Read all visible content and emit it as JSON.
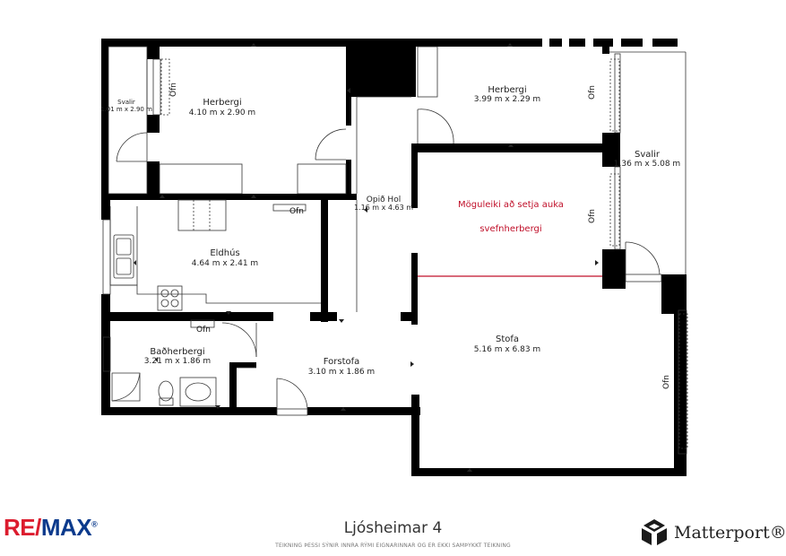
{
  "rooms": [
    {
      "name": "Herbergi",
      "dims": "4.10 m x 2.90 m"
    },
    {
      "name": "Herbergi",
      "dims": "3.99 m x 2.29 m"
    },
    {
      "name": "Svalir",
      "dims": "1.01 m x 2.90 m"
    },
    {
      "name": "Svalir",
      "dims": "1.36 m x 5.08 m"
    },
    {
      "name": "Opið Hol",
      "dims": "1.16 m x 4.63 m"
    },
    {
      "name": "Eldhús",
      "dims": "4.64 m x 2.41 m"
    },
    {
      "name": "Baðherbergi",
      "dims": "3.21 m x 1.86 m"
    },
    {
      "name": "Forstofa",
      "dims": "3.10 m x 1.86 m"
    },
    {
      "name": "Stofa",
      "dims": "5.16 m x 6.83 m"
    }
  ],
  "ofn_label": "Ofn",
  "note": {
    "line1": "Möguleiki að setja auka",
    "line2": "svefnherbergi"
  },
  "footer": {
    "title": "Ljósheimar 4",
    "disclaimer": "TEIKNING ÞESSI SÝNIR INNRA RÝMI EIGNARINNAR OG ER EKKI SAMÞYKKT TEIKNING",
    "brand_left": {
      "re": "RE",
      "slash": "/",
      "max": "MAX",
      "mark": "®"
    },
    "brand_right": "Matterport®"
  },
  "colors": {
    "wall": "#000000",
    "accent": "#c0102a",
    "remax_red": "#dc1c2e",
    "remax_blue": "#0b3a8c"
  }
}
